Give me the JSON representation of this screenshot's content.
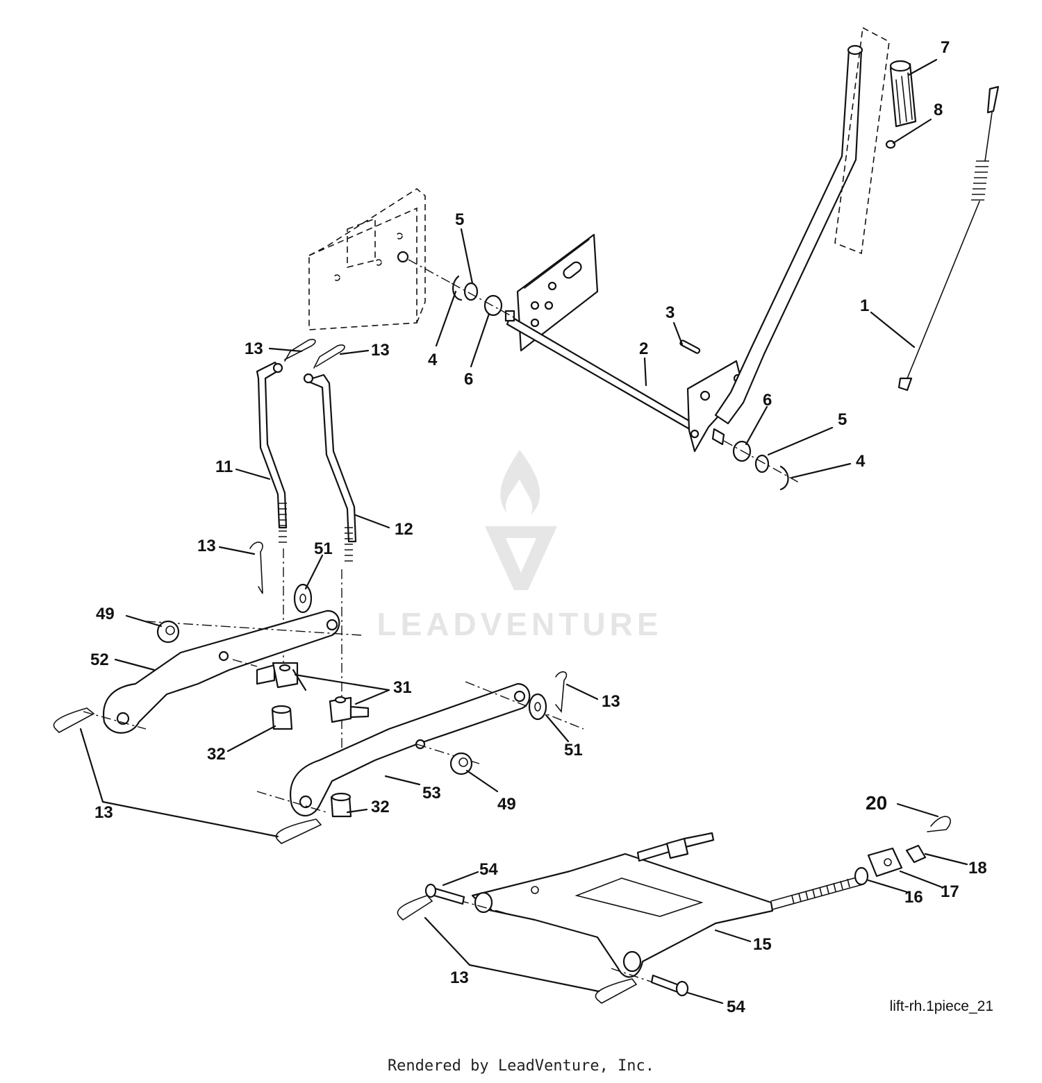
{
  "watermark": {
    "text": "LEADVENTURE",
    "color": "#c8c8c8"
  },
  "diagram_id": "lift-rh.1piece_21",
  "footer": "Rendered by LeadVenture, Inc.",
  "callouts": {
    "c1": "1",
    "c2": "2",
    "c3": "3",
    "c4a": "4",
    "c4b": "4",
    "c5a": "5",
    "c5b": "5",
    "c6a": "6",
    "c6b": "6",
    "c7": "7",
    "c8": "8",
    "c11": "11",
    "c12": "12",
    "c13a": "13",
    "c13b": "13",
    "c13c": "13",
    "c13d": "13",
    "c13e": "13",
    "c13f": "13",
    "c15": "15",
    "c16": "16",
    "c17": "17",
    "c18": "18",
    "c20": "20",
    "c31": "31",
    "c32a": "32",
    "c32b": "32",
    "c49a": "49",
    "c49b": "49",
    "c51a": "51",
    "c51b": "51",
    "c52": "52",
    "c53": "53",
    "c54a": "54",
    "c54b": "54"
  }
}
